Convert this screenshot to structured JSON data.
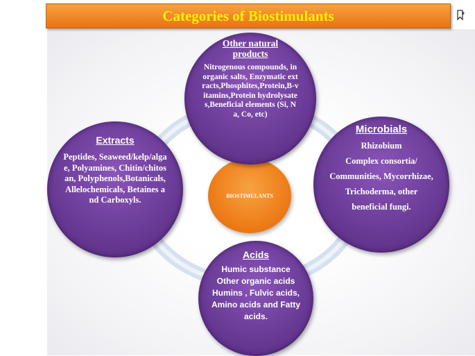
{
  "title": "Categories of Biostimulants",
  "center": {
    "label": "BIOSTIMULANTS"
  },
  "colors": {
    "bubble": "#6b3c98",
    "center": "#ee7e1a",
    "title_bar": "#f08a2a",
    "title_text": "#fff200",
    "ring": "#d6e1f0"
  },
  "icons": {
    "top_right": "bookmark-icon"
  },
  "nodes": {
    "top": {
      "heading": "Other natural products",
      "body": "Nitrogenous compounds, inorganic salts, Enzymatic extracts,Phosphites,Protein,B-vitamins,Protein hydrolysates,Beneficial elements (Si, Na, Co, etc)"
    },
    "left": {
      "heading": "Extracts",
      "body": "Peptides, Seaweed/kelp/algae, Polyamines, Chitin/chitosan, Polyphenols,Botanicals, Allelochemicals, Betaines and Carboxyls."
    },
    "right": {
      "heading": "Microbials",
      "lines": [
        "Rhizobium",
        "Complex consortia/",
        "Communities, Mycorrhizae,",
        "Trichoderma, other",
        "beneficial fungi."
      ]
    },
    "bottom": {
      "heading": "Acids",
      "body": "Humic substance Other organic acids Humins , Fulvic acids, Amino acids and Fatty acids."
    }
  }
}
